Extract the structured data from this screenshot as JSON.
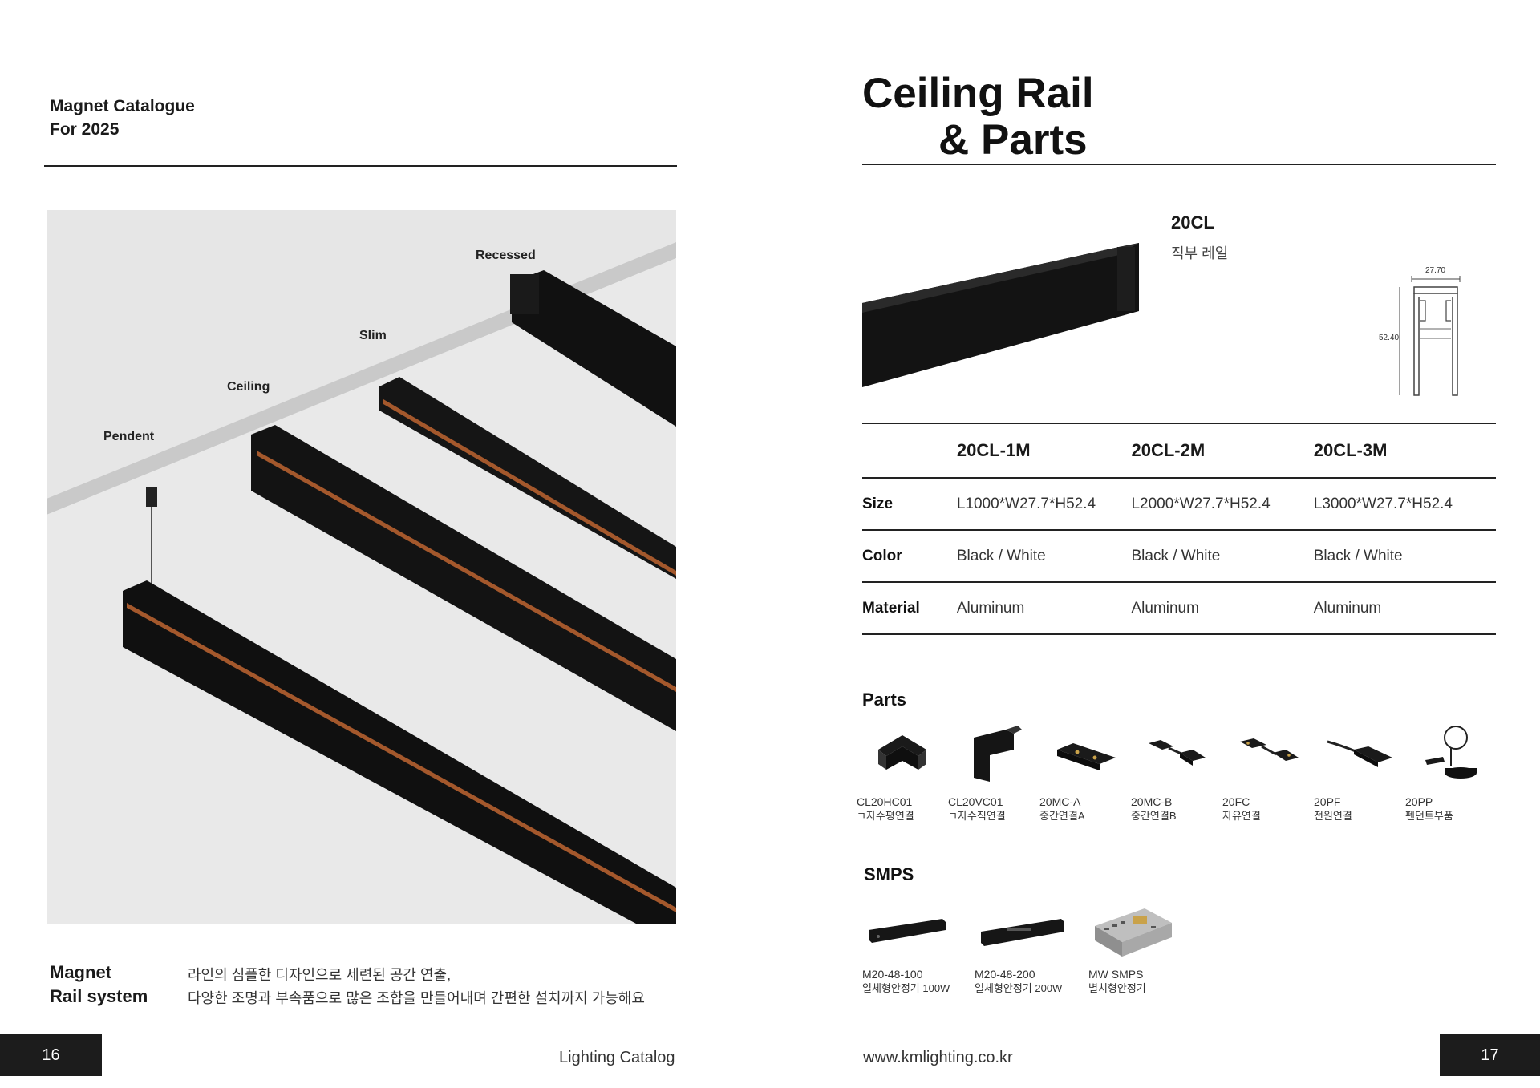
{
  "left_page": {
    "catalogue_line1": "Magnet Catalogue",
    "catalogue_line2": "For 2025",
    "hero_labels": {
      "recessed": "Recessed",
      "slim": "Slim",
      "ceiling": "Ceiling",
      "pendent": "Pendent"
    },
    "magnet_title_line1": "Magnet",
    "magnet_title_line2": "Rail system",
    "desc_line1": "라인의 심플한 디자인으로 세련된 공간 연출,",
    "desc_line2": "다양한 조명과 부속품으로 많은 조합을 만들어내며 간편한 설치까지 가능해요",
    "page_number": "16",
    "footer": "Lighting Catalog"
  },
  "right_page": {
    "title_line1": "Ceiling Rail",
    "title_line2": "& Parts",
    "product_code": "20CL",
    "product_sub": "직부 레일",
    "dim_width": "27.70",
    "dim_height": "52.40",
    "table": {
      "headers": [
        "20CL-1M",
        "20CL-2M",
        "20CL-3M"
      ],
      "rows": [
        {
          "label": "Size",
          "values": [
            "L1000*W27.7*H52.4",
            "L2000*W27.7*H52.4",
            "L3000*W27.7*H52.4"
          ]
        },
        {
          "label": "Color",
          "values": [
            "Black / White",
            "Black / White",
            "Black / White"
          ]
        },
        {
          "label": "Material",
          "values": [
            "Aluminum",
            "Aluminum",
            "Aluminum"
          ]
        }
      ]
    },
    "parts_title": "Parts",
    "parts": [
      {
        "code": "CL20HC01",
        "name": "ㄱ자수평연결",
        "icon": "horizontal-corner-icon"
      },
      {
        "code": "CL20VC01",
        "name": "ㄱ자수직연결",
        "icon": "vertical-corner-icon"
      },
      {
        "code": "20MC-A",
        "name": "중간연결A",
        "icon": "middle-connector-a-icon"
      },
      {
        "code": "20MC-B",
        "name": "중간연결B",
        "icon": "middle-connector-b-icon"
      },
      {
        "code": "20FC",
        "name": "자유연결",
        "icon": "flexible-connector-icon"
      },
      {
        "code": "20PF",
        "name": "전원연결",
        "icon": "power-feed-icon"
      },
      {
        "code": "20PP",
        "name": "펜던트부품",
        "icon": "pendant-part-icon"
      }
    ],
    "smps_title": "SMPS",
    "smps": [
      {
        "code": "M20-48-100",
        "name": "일체형안정기 100W",
        "icon": "integrated-driver-icon"
      },
      {
        "code": "M20-48-200",
        "name": "일체형안정기 200W",
        "icon": "integrated-driver-icon"
      },
      {
        "code": "MW SMPS",
        "name": "별치형안정기",
        "icon": "smps-box-icon"
      }
    ],
    "website": "www.kmlighting.co.kr",
    "page_number": "17"
  },
  "colors": {
    "dark": "#1c1c1c",
    "hero_bg": "#e6e6e6",
    "rail_black": "#111111",
    "copper": "#a4582c"
  }
}
